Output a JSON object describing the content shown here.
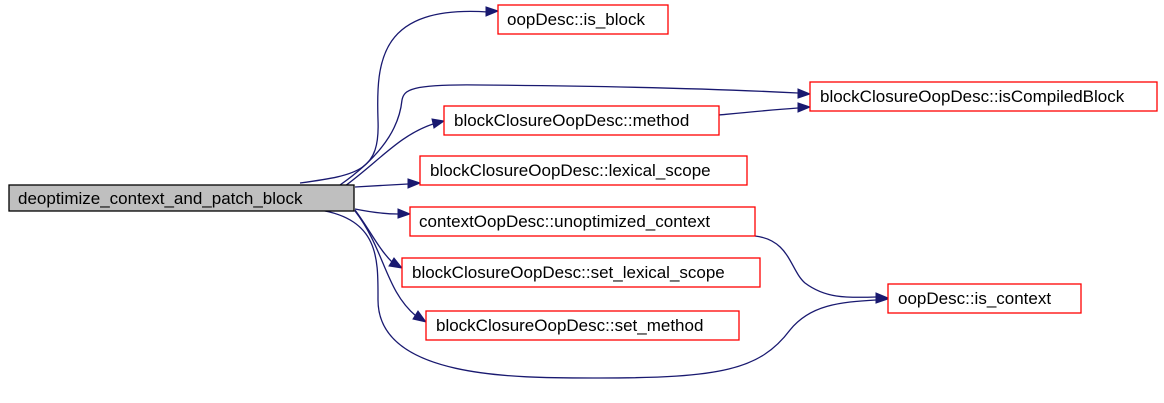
{
  "diagram": {
    "colors": {
      "edge": "#191970",
      "node_border": "#ff0000",
      "root_border": "#000000",
      "root_fill": "#bfbfbf",
      "node_fill": "#ffffff"
    },
    "nodes": [
      {
        "id": "root",
        "label": "deoptimize_context_and_patch_block",
        "root": true
      },
      {
        "id": "is_block",
        "label": "oopDesc::is_block"
      },
      {
        "id": "is_compiled",
        "label": "blockClosureOopDesc::isCompiledBlock"
      },
      {
        "id": "method",
        "label": "blockClosureOopDesc::method"
      },
      {
        "id": "lexical",
        "label": "blockClosureOopDesc::lexical_scope"
      },
      {
        "id": "unopt",
        "label": "contextOopDesc::unoptimized_context"
      },
      {
        "id": "set_lex",
        "label": "blockClosureOopDesc::set_lexical_scope"
      },
      {
        "id": "is_context",
        "label": "oopDesc::is_context"
      },
      {
        "id": "set_method",
        "label": "blockClosureOopDesc::set_method"
      }
    ],
    "edges": [
      {
        "from": "root",
        "to": "is_block"
      },
      {
        "from": "root",
        "to": "is_compiled"
      },
      {
        "from": "root",
        "to": "method"
      },
      {
        "from": "root",
        "to": "lexical"
      },
      {
        "from": "root",
        "to": "unopt"
      },
      {
        "from": "root",
        "to": "set_lex"
      },
      {
        "from": "root",
        "to": "set_method"
      },
      {
        "from": "root",
        "to": "is_context"
      },
      {
        "from": "method",
        "to": "is_compiled"
      },
      {
        "from": "unopt",
        "to": "is_context"
      }
    ]
  }
}
